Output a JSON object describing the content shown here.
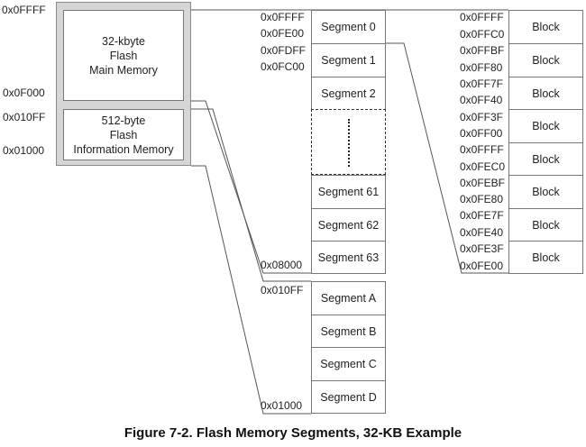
{
  "caption": "Figure 7-2. Flash Memory Segments, 32-KB Example",
  "left_addresses": {
    "top": "0x0FFFF",
    "main_end": "0x0F000",
    "info_top": "0x010FF",
    "info_bottom": "0x01000"
  },
  "main_memory": {
    "line1": "32-kbyte",
    "line2": "Flash",
    "line3": "Main Memory"
  },
  "info_memory": {
    "line1": "512-byte",
    "line2": "Flash",
    "line3": "Information Memory"
  },
  "segment_addresses": {
    "a1": "0x0FFFF",
    "a2": "0x0FE00",
    "a3": "0x0FDFF",
    "a4": "0x0FC00",
    "a5": "0x08000",
    "a6": "0x010FF",
    "a7": "0x01000"
  },
  "segments": {
    "s0": "Segment 0",
    "s1": "Segment 1",
    "s2": "Segment 2",
    "s61": "Segment 61",
    "s62": "Segment 62",
    "s63": "Segment 63",
    "sa": "Segment A",
    "sb": "Segment B",
    "sc": "Segment C",
    "sd": "Segment D"
  },
  "blocks": [
    {
      "label": "Block",
      "addr_top": "0x0FFFF",
      "addr_bottom": "0x0FFC0"
    },
    {
      "label": "Block",
      "addr_top": "0x0FFBF",
      "addr_bottom": "0x0FF80"
    },
    {
      "label": "Block",
      "addr_top": "0x0FF7F",
      "addr_bottom": "0x0FF40"
    },
    {
      "label": "Block",
      "addr_top": "0x0FF3F",
      "addr_bottom": "0x0FF00"
    },
    {
      "label": "Block",
      "addr_top": "0x0FFFF",
      "addr_bottom": "0x0FEC0"
    },
    {
      "label": "Block",
      "addr_top": "0x0FEBF",
      "addr_bottom": "0x0FE80"
    },
    {
      "label": "Block",
      "addr_top": "0x0FE7F",
      "addr_bottom": "0x0FE40"
    },
    {
      "label": "Block",
      "addr_top": "0x0FE3F",
      "addr_bottom": "0x0FE00"
    }
  ]
}
